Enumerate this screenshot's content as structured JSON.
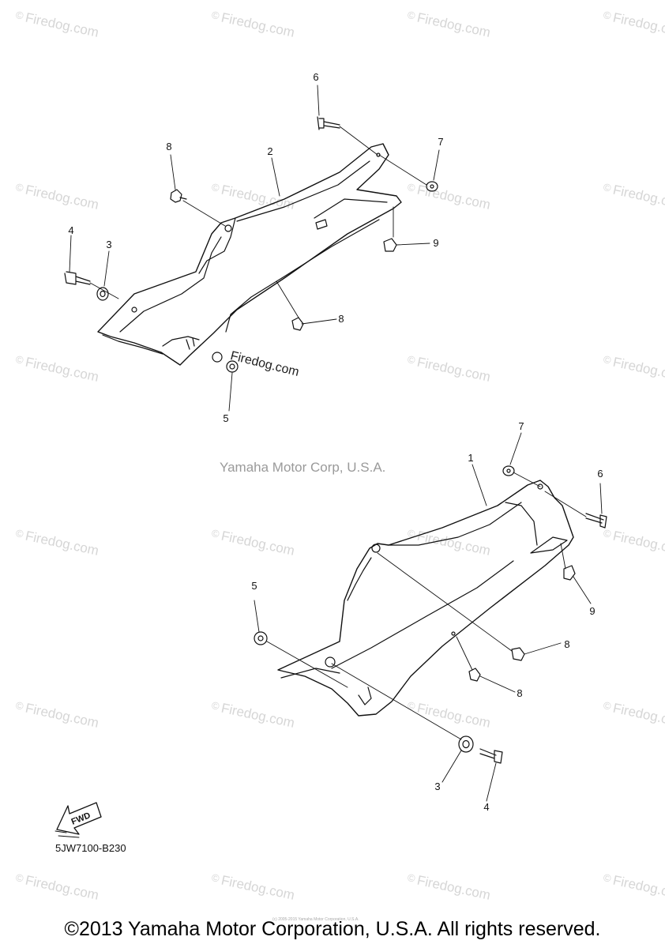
{
  "watermark_text": "Firedog.com",
  "watermark_symbol": "©",
  "center_mark": "Yamaha Motor Corp, U.S.A.",
  "inline_watermark": "Firedog.com",
  "diagram_code": "5JW7100-B230",
  "fwd_label": "FWD",
  "tiny_note": "(c) 2005-2015 Yamaha Motor Corporation, U.S.A.",
  "copyright": "©2013 Yamaha Motor Corporation, U.S.A. All rights reserved.",
  "callouts": {
    "top_6": "6",
    "top_7": "7",
    "top_8a": "8",
    "top_2": "2",
    "top_4": "4",
    "top_3": "3",
    "top_9": "9",
    "top_8b": "8",
    "top_5": "5",
    "bot_7": "7",
    "bot_1": "1",
    "bot_6": "6",
    "bot_5": "5",
    "bot_9": "9",
    "bot_8a": "8",
    "bot_8b": "8",
    "bot_3": "3",
    "bot_4": "4"
  },
  "colors": {
    "line": "#111111",
    "watermark": "#d6d6d6",
    "center_mark": "#9a9a9a"
  }
}
